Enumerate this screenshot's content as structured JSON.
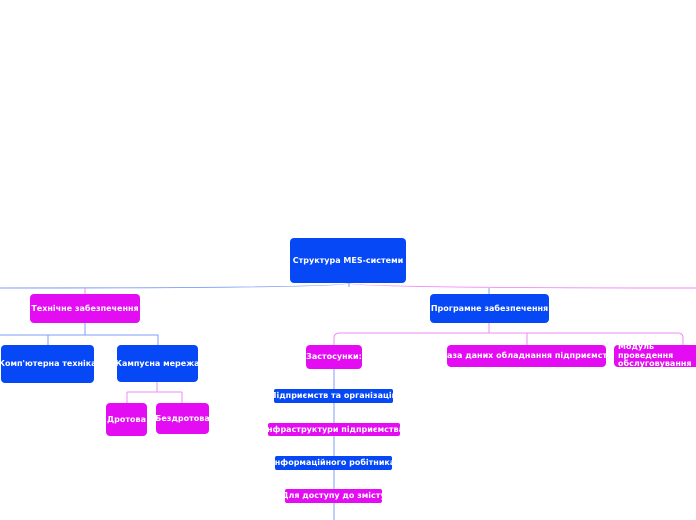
{
  "colors": {
    "blue": "#0648f5",
    "magenta": "#e40cf2",
    "line_blue": "#7f9cf5",
    "line_magenta": "#ee8ef5"
  },
  "nodes": {
    "root": "Структура MES-системи",
    "tech": "Технічне забезпечення",
    "soft": "Програмне забезпечення",
    "computers": "Комп'ютерна техніка",
    "campus": "Кампусна мережа",
    "wired": "Дротова",
    "wireless": "Бездротова",
    "apps": "Застосунки:",
    "equipment_db": "База даних обладнання  підприємств",
    "maintenance": "Модуль проведення обслуговування",
    "app_items": [
      "Підприємств та організацій",
      "Інфраструктури підприємства",
      "Інформаційного робітника",
      "Для доступу до змісту"
    ]
  }
}
